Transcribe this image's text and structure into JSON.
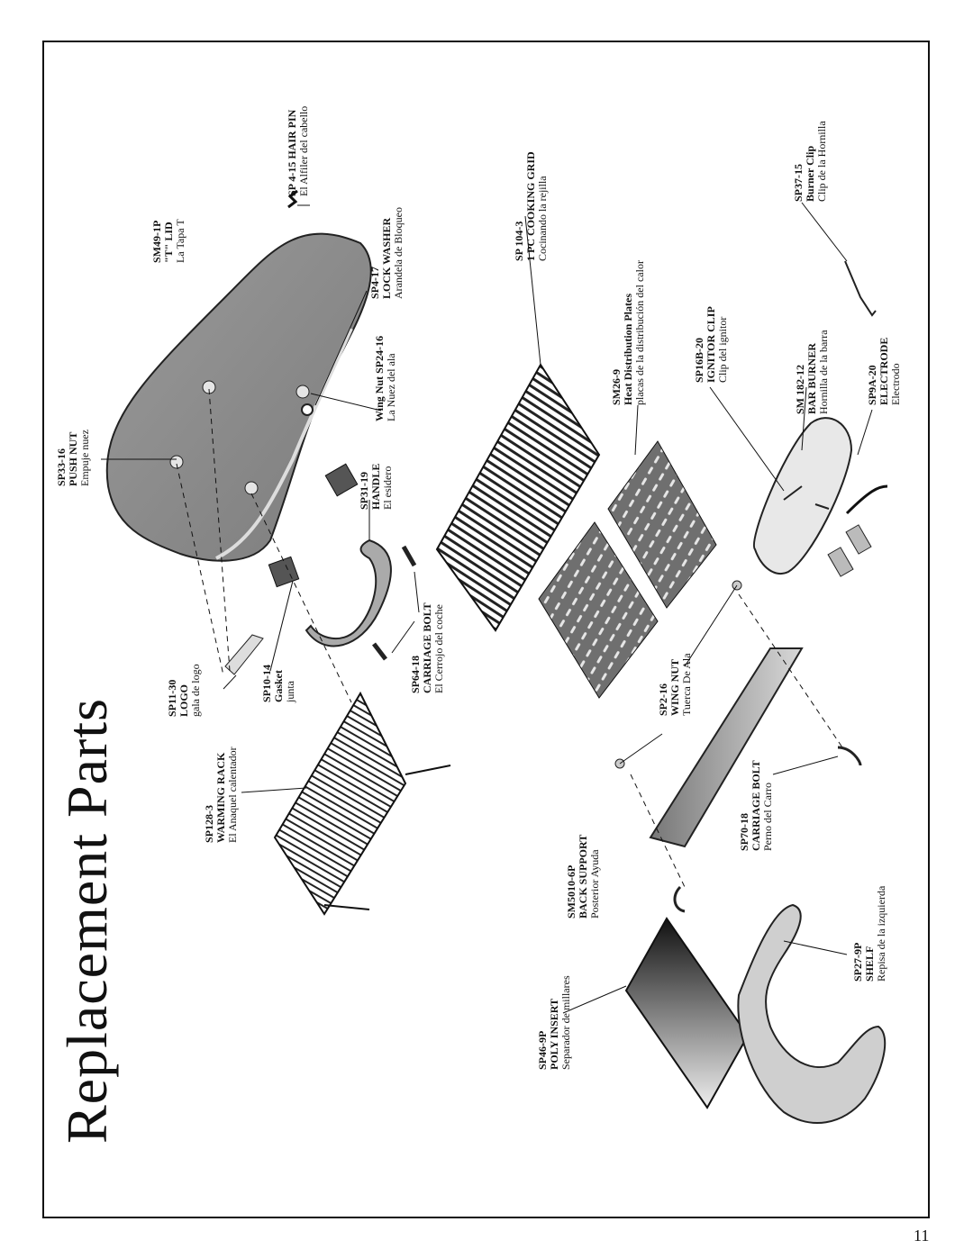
{
  "title": "Replacement Parts",
  "page_number": "11",
  "parts": {
    "hair_pin": {
      "code": "SP 4-15 HAIR PIN",
      "name": "",
      "spanish": "El Alfiler del cabello"
    },
    "t_lid": {
      "code": "SM49-1P",
      "name": "\"T\" LID",
      "spanish": "La Tapa T"
    },
    "push_nut": {
      "code": "SP33-16",
      "name": "PUSH NUT",
      "spanish": "Empuje nuez"
    },
    "lock_washer": {
      "code": "SP4-17",
      "name": "LOCK WASHER",
      "spanish": "Arandela de Bloqueo"
    },
    "wing_nut_lid": {
      "code": "Wing Nut  SP24-16",
      "name": "",
      "spanish": "La Nuez del ala"
    },
    "handle": {
      "code": "SP31-19",
      "name": "HANDLE",
      "spanish": "El esidero"
    },
    "logo": {
      "code": "SP11-30",
      "name": "LOGO",
      "spanish": "gala de logo"
    },
    "gasket": {
      "code": "SP10-14",
      "name": "Gasket",
      "spanish": "junta"
    },
    "carriage_bolt_a": {
      "code": "SP64-18",
      "name": "CARRIAGE BOLT",
      "spanish": "El Cerrojo del coche"
    },
    "warming_rack": {
      "code": "SP128-3",
      "name": "WARMING RACK",
      "spanish": "El Anaquel calentador"
    },
    "cooking_grid": {
      "code": "SP 104-3",
      "name": "1 PC COOKING GRID",
      "spanish": "Cocinando la rejilla"
    },
    "heat_plates": {
      "code": "SM26-9",
      "name": "Heat Distribution Plates",
      "spanish": "placas de la distribución del calor"
    },
    "burner_clip": {
      "code": "SP37-15",
      "name": "Burner Clip",
      "spanish": "Clip de la Hornilla"
    },
    "ignitor_clip": {
      "code": "SP16B-20",
      "name": "IGNITOR CLIP",
      "spanish": "Clip del ignitor"
    },
    "bar_burner": {
      "code": "SM 182-12",
      "name": "BAR BURNER",
      "spanish": "Hornilla de la barra"
    },
    "electrode": {
      "code": "SP9A-20",
      "name": "ELECTRODE",
      "spanish": "Electrodo"
    },
    "wing_nut": {
      "code": "SP2-16",
      "name": "WING NUT",
      "spanish": "Tuerca De Ala"
    },
    "back_support": {
      "code": "SM5010-6P",
      "name": "BACK SUPPORT",
      "spanish": "Posterior Ayuda"
    },
    "carriage_bolt_b": {
      "code": "SP70-18",
      "name": "CARRIAGE BOLT",
      "spanish": "Perno del Carro"
    },
    "poly_insert": {
      "code": "SP46-9P",
      "name": "POLY INSERT",
      "spanish": "Separador de millares"
    },
    "shelf": {
      "code": "SP27-9P",
      "name": "SHELF",
      "spanish": "Repisa de la izquierda"
    }
  }
}
